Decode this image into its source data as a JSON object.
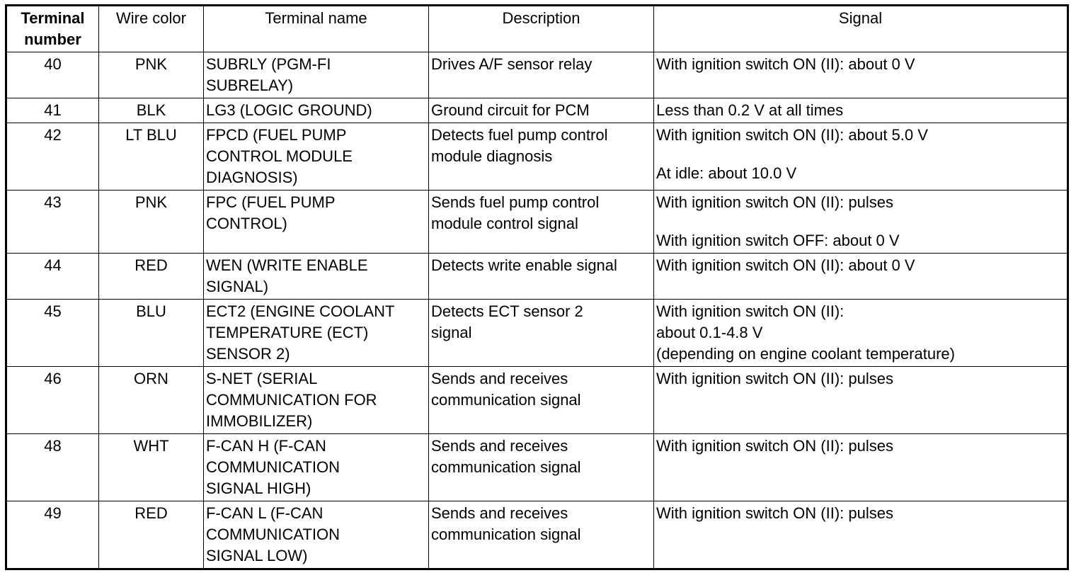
{
  "headers": {
    "terminal_number": "Terminal\nnumber",
    "wire_color": "Wire color",
    "terminal_name": "Terminal name",
    "description": "Description",
    "signal": "Signal"
  },
  "rows": [
    {
      "terminal": "40",
      "wire_color": "PNK",
      "name": "SUBRLY (PGM-FI\nSUBRELAY)",
      "description": "Drives A/F sensor relay",
      "signal": [
        "With ignition switch ON (II): about 0 V"
      ]
    },
    {
      "terminal": "41",
      "wire_color": "BLK",
      "name": "LG3 (LOGIC GROUND)",
      "description": "Ground circuit for PCM",
      "signal": [
        "Less than 0.2 V at all times"
      ]
    },
    {
      "terminal": "42",
      "wire_color": "LT BLU",
      "name": "FPCD (FUEL PUMP\nCONTROL MODULE\nDIAGNOSIS)",
      "description": "Detects fuel pump control\nmodule diagnosis",
      "signal": [
        "With ignition switch ON (II): about 5.0 V",
        "At idle: about 10.0 V"
      ]
    },
    {
      "terminal": "43",
      "wire_color": "PNK",
      "name": "FPC (FUEL PUMP\nCONTROL)",
      "description": "Sends fuel pump control\nmodule control signal",
      "signal": [
        "With ignition switch ON (II): pulses",
        "With ignition switch OFF: about 0 V"
      ]
    },
    {
      "terminal": "44",
      "wire_color": "RED",
      "name": "WEN (WRITE ENABLE\nSIGNAL)",
      "description": "Detects write enable signal",
      "signal": [
        "With ignition switch ON (II): about 0 V"
      ]
    },
    {
      "terminal": "45",
      "wire_color": "BLU",
      "name": "ECT2 (ENGINE COOLANT\nTEMPERATURE (ECT)\nSENSOR 2)",
      "description": "Detects ECT sensor 2\nsignal",
      "signal": [
        "With ignition switch ON (II):\nabout 0.1-4.8 V\n(depending on engine coolant temperature)"
      ]
    },
    {
      "terminal": "46",
      "wire_color": "ORN",
      "name": "S-NET (SERIAL\nCOMMUNICATION FOR\nIMMOBILIZER)",
      "description": "Sends and receives\ncommunication signal",
      "signal": [
        "With ignition switch ON (II): pulses"
      ]
    },
    {
      "terminal": "48",
      "wire_color": "WHT",
      "name": "F-CAN H (F-CAN\nCOMMUNICATION\nSIGNAL HIGH)",
      "description": "Sends and receives\ncommunication signal",
      "signal": [
        "With ignition switch ON (II): pulses"
      ]
    },
    {
      "terminal": "49",
      "wire_color": "RED",
      "name": "F-CAN L (F-CAN\nCOMMUNICATION\nSIGNAL LOW)",
      "description": "Sends and receives\ncommunication signal",
      "signal": [
        "With ignition switch ON (II): pulses"
      ]
    }
  ]
}
